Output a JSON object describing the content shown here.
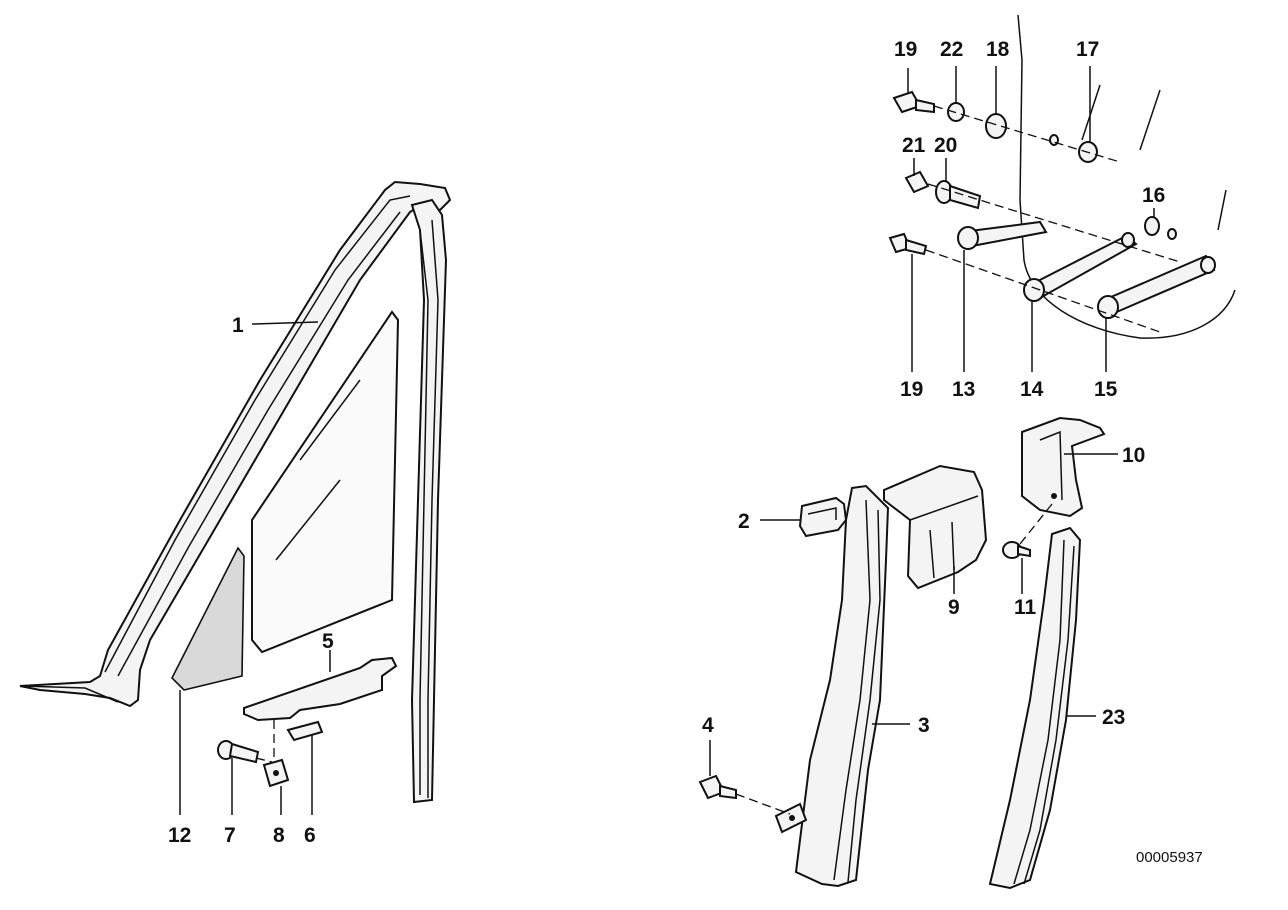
{
  "diagram": {
    "doc_id": "00005937",
    "callouts": [
      {
        "id": "c1",
        "label": "1"
      },
      {
        "id": "c2",
        "label": "2"
      },
      {
        "id": "c3",
        "label": "3"
      },
      {
        "id": "c4",
        "label": "4"
      },
      {
        "id": "c5",
        "label": "5"
      },
      {
        "id": "c6",
        "label": "6"
      },
      {
        "id": "c7",
        "label": "7"
      },
      {
        "id": "c8",
        "label": "8"
      },
      {
        "id": "c9",
        "label": "9"
      },
      {
        "id": "c10",
        "label": "10"
      },
      {
        "id": "c11",
        "label": "11"
      },
      {
        "id": "c12",
        "label": "12"
      },
      {
        "id": "c13",
        "label": "13"
      },
      {
        "id": "c14",
        "label": "14"
      },
      {
        "id": "c15",
        "label": "15"
      },
      {
        "id": "c16",
        "label": "16"
      },
      {
        "id": "c17",
        "label": "17"
      },
      {
        "id": "c18",
        "label": "18"
      },
      {
        "id": "c19a",
        "label": "19"
      },
      {
        "id": "c19b",
        "label": "19"
      },
      {
        "id": "c20",
        "label": "20"
      },
      {
        "id": "c21",
        "label": "21"
      },
      {
        "id": "c22",
        "label": "22"
      },
      {
        "id": "c23",
        "label": "23"
      }
    ]
  }
}
